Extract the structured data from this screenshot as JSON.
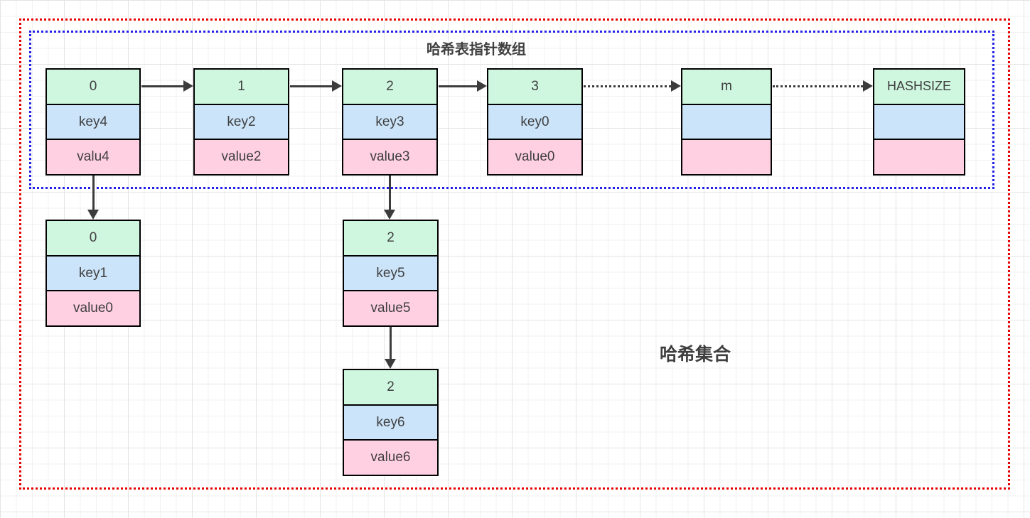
{
  "diagram": {
    "pointer_array_label": "哈希表指针数组",
    "hash_set_label": "哈希集合",
    "buckets": [
      {
        "slot": "0",
        "key": "key4",
        "value": "valu4"
      },
      {
        "slot": "1",
        "key": "key2",
        "value": "value2"
      },
      {
        "slot": "2",
        "key": "key3",
        "value": "value3"
      },
      {
        "slot": "3",
        "key": "key0",
        "value": "value0"
      },
      {
        "slot": "m",
        "key": "",
        "value": ""
      },
      {
        "slot": "HASHSIZE",
        "key": "",
        "value": ""
      }
    ],
    "chains": [
      {
        "slot": "0",
        "key": "key1",
        "value": "value0"
      },
      {
        "slot": "2",
        "key": "key5",
        "value": "value5"
      },
      {
        "slot": "2",
        "key": "key6",
        "value": "value6"
      }
    ],
    "colors": {
      "slot_fill": "#cff6df",
      "key_fill": "#cbe4fa",
      "value_fill": "#ffcfe2",
      "pointer_array_border": "#2222e6",
      "hash_set_border": "#e60000",
      "arrow": "#3c3c3c"
    }
  }
}
